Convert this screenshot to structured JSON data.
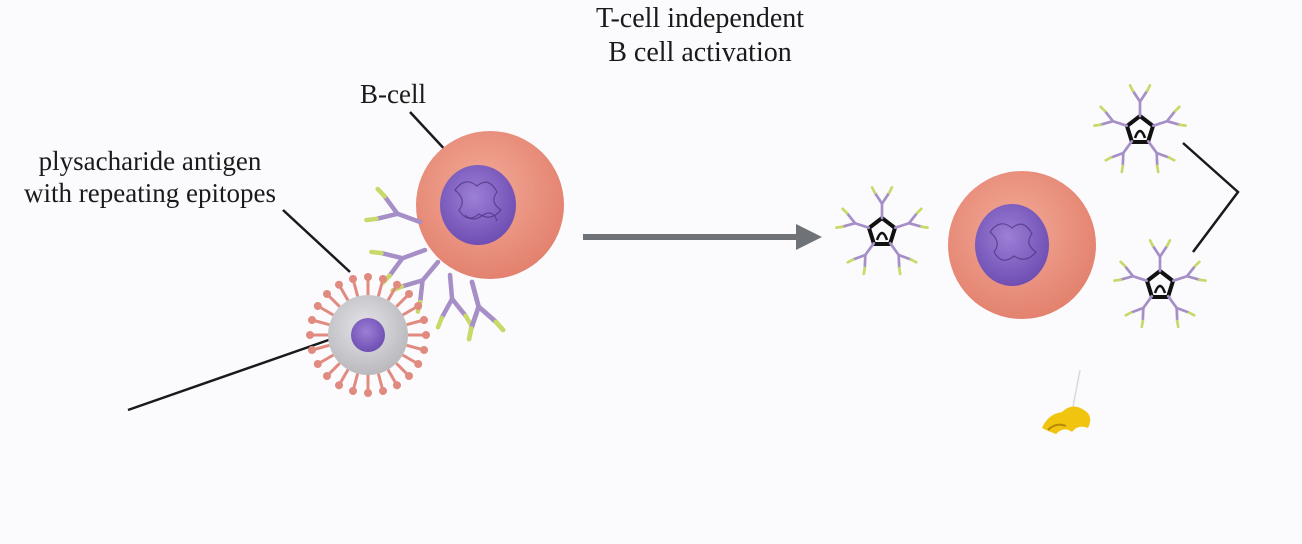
{
  "title": {
    "line1": "T-cell independent",
    "line2": "B cell activation"
  },
  "labels": {
    "bcell": "B-cell",
    "antigen_line1": "plysacharide antigen",
    "antigen_line2": "with repeating epitopes"
  },
  "colors": {
    "cell_body": "#ea9484",
    "cell_edge": "#d87565",
    "nucleus": "#8a6cc6",
    "antigen_core": "#c8c8cc",
    "antigen_spike": "#e08a80",
    "antibody": "#a58fc6",
    "antibody_tip": "#c8d96a",
    "arrow": "#6f7378",
    "leader": "#1a1a1a"
  }
}
